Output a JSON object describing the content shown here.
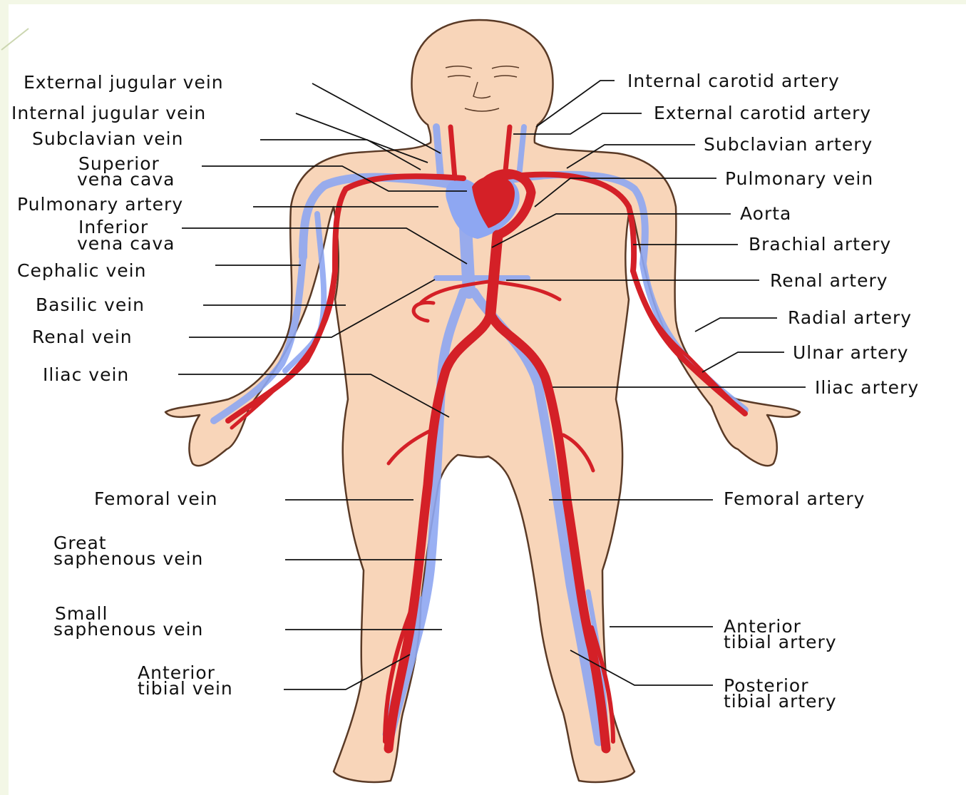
{
  "colors": {
    "background": "#f3f7e6",
    "panel": "#ffffff",
    "skin": "#f8d5b9",
    "skin_outline": "#5a3a26",
    "artery": "#d42027",
    "vein": "#8ea7f2",
    "leader": "#111111"
  },
  "labels_left": [
    {
      "id": "external-jugular-vein",
      "lines": [
        "External jugular vein"
      ]
    },
    {
      "id": "internal-jugular-vein",
      "lines": [
        "Internal jugular vein"
      ]
    },
    {
      "id": "subclavian-vein",
      "lines": [
        "Subclavian vein"
      ]
    },
    {
      "id": "superior-vena-cava",
      "lines": [
        "Superior",
        "vena cava"
      ]
    },
    {
      "id": "pulmonary-artery",
      "lines": [
        "Pulmonary artery"
      ]
    },
    {
      "id": "inferior-vena-cava",
      "lines": [
        "Inferior",
        "vena cava"
      ]
    },
    {
      "id": "cephalic-vein",
      "lines": [
        "Cephalic vein"
      ]
    },
    {
      "id": "basilic-vein",
      "lines": [
        "Basilic vein"
      ]
    },
    {
      "id": "renal-vein",
      "lines": [
        "Renal vein"
      ]
    },
    {
      "id": "iliac-vein",
      "lines": [
        "Iliac vein"
      ]
    },
    {
      "id": "femoral-vein",
      "lines": [
        "Femoral vein"
      ]
    },
    {
      "id": "great-saphenous-vein",
      "lines": [
        "Great",
        "saphenous vein"
      ]
    },
    {
      "id": "small-saphenous-vein",
      "lines": [
        "Small",
        "saphenous vein"
      ]
    },
    {
      "id": "anterior-tibial-vein",
      "lines": [
        "Anterior",
        "tibial vein"
      ]
    }
  ],
  "labels_right": [
    {
      "id": "internal-carotid-artery",
      "lines": [
        "Internal carotid artery"
      ]
    },
    {
      "id": "external-carotid-artery",
      "lines": [
        "External carotid artery"
      ]
    },
    {
      "id": "subclavian-artery",
      "lines": [
        "Subclavian artery"
      ]
    },
    {
      "id": "pulmonary-vein",
      "lines": [
        "Pulmonary vein"
      ]
    },
    {
      "id": "aorta",
      "lines": [
        "Aorta"
      ]
    },
    {
      "id": "brachial-artery",
      "lines": [
        "Brachial artery"
      ]
    },
    {
      "id": "renal-artery",
      "lines": [
        "Renal artery"
      ]
    },
    {
      "id": "radial-artery",
      "lines": [
        "Radial artery"
      ]
    },
    {
      "id": "ulnar-artery",
      "lines": [
        "Ulnar artery"
      ]
    },
    {
      "id": "iliac-artery",
      "lines": [
        "Iliac artery"
      ]
    },
    {
      "id": "femoral-artery",
      "lines": [
        "Femoral artery"
      ]
    },
    {
      "id": "anterior-tibial-artery",
      "lines": [
        "Anterior",
        "tibial artery"
      ]
    },
    {
      "id": "posterior-tibial-artery",
      "lines": [
        "Posterior",
        "tibial artery"
      ]
    }
  ]
}
